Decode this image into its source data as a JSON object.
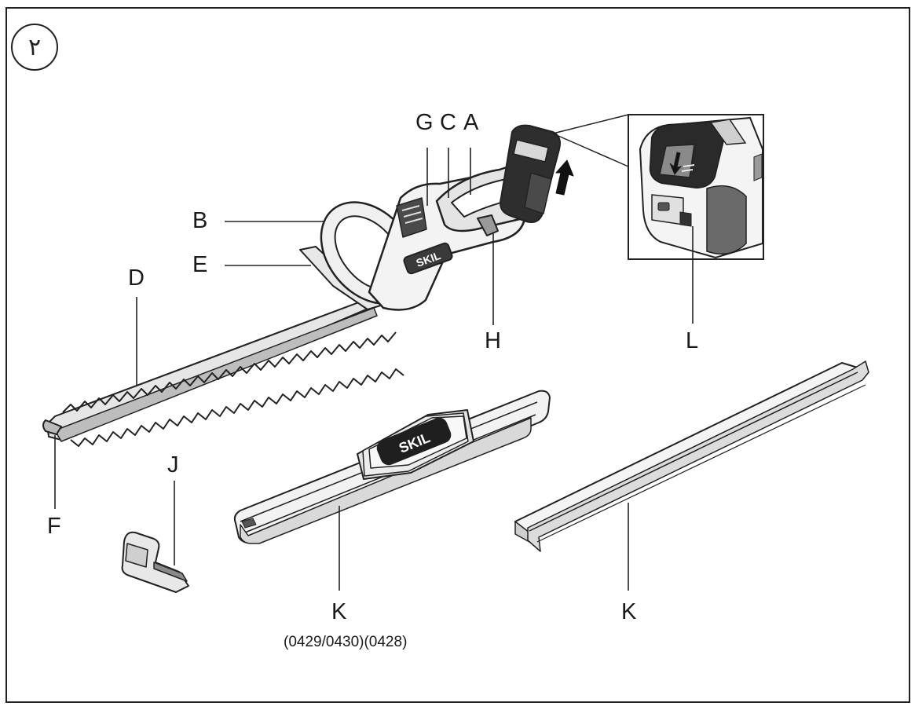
{
  "figure": {
    "badge": "٢",
    "labels": {
      "A": "A",
      "B": "B",
      "C": "C",
      "D": "D",
      "E": "E",
      "F": "F",
      "G": "G",
      "H": "H",
      "J": "J",
      "K1": "K",
      "K2": "K",
      "L": "L"
    },
    "k_note": "(0429/0430)(0428)",
    "brand": "SKIL",
    "colors": {
      "line": "#222222",
      "fill_light": "#f2f2f2",
      "fill_mid": "#d9d9d9",
      "fill_dark": "#4a4a4a"
    }
  }
}
